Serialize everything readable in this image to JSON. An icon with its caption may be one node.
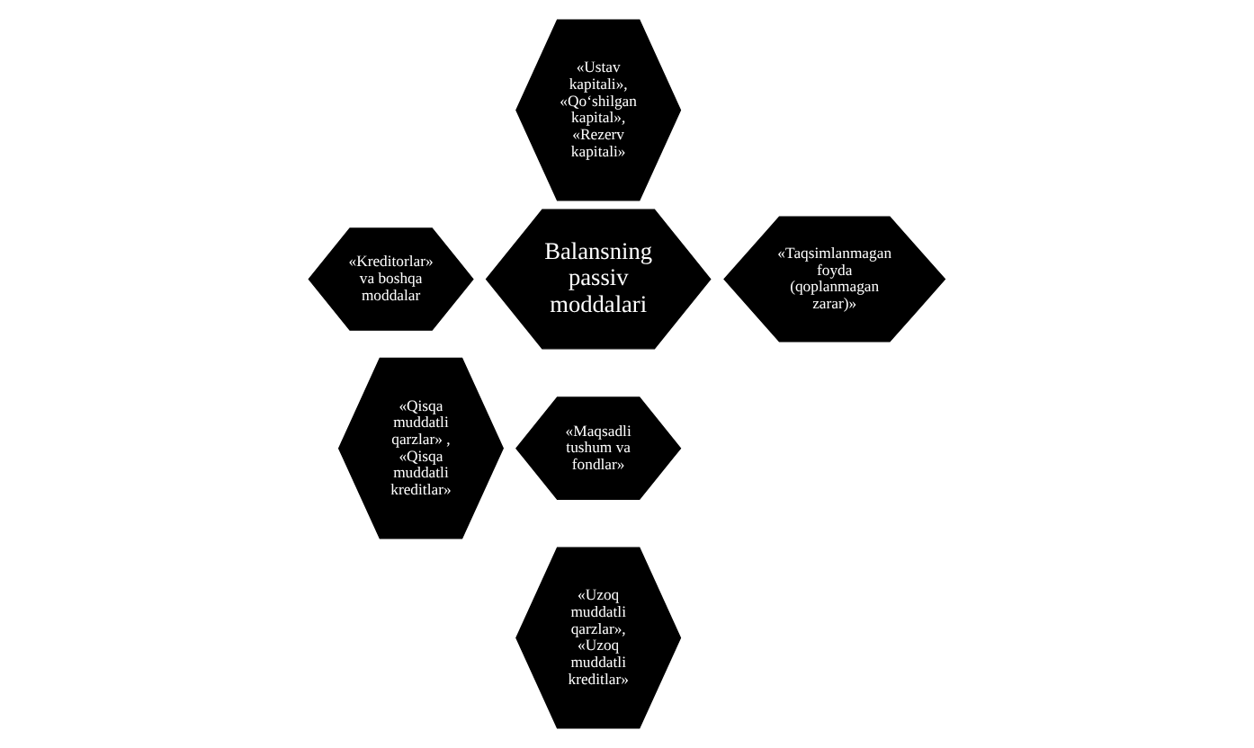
{
  "diagram": {
    "nodes": [
      {
        "text": [
          "«Ustav kapitali», «Qo‘shilgan kapital», «Rezerv kapitali»"
        ]
      },
      {
        "text": [
          "«Kreditorlar» va boshqa moddalar"
        ]
      },
      {
        "text": [
          "Balansning passiv moddalari"
        ]
      },
      {
        "text": [
          "«Taqsimlanmagan foyda (qoplanmagan zarar)»"
        ]
      },
      {
        "text": [
          "«Qisqa muddatli qarzlar» , «Qisqa muddatli kreditlar»"
        ]
      },
      {
        "text": [
          "«Maqsadli tushum va fondlar»"
        ]
      },
      {
        "text": [
          "«Uzoq muddatli qarzlar», «Uzoq muddatli kreditlar»"
        ]
      }
    ],
    "edges": []
  }
}
